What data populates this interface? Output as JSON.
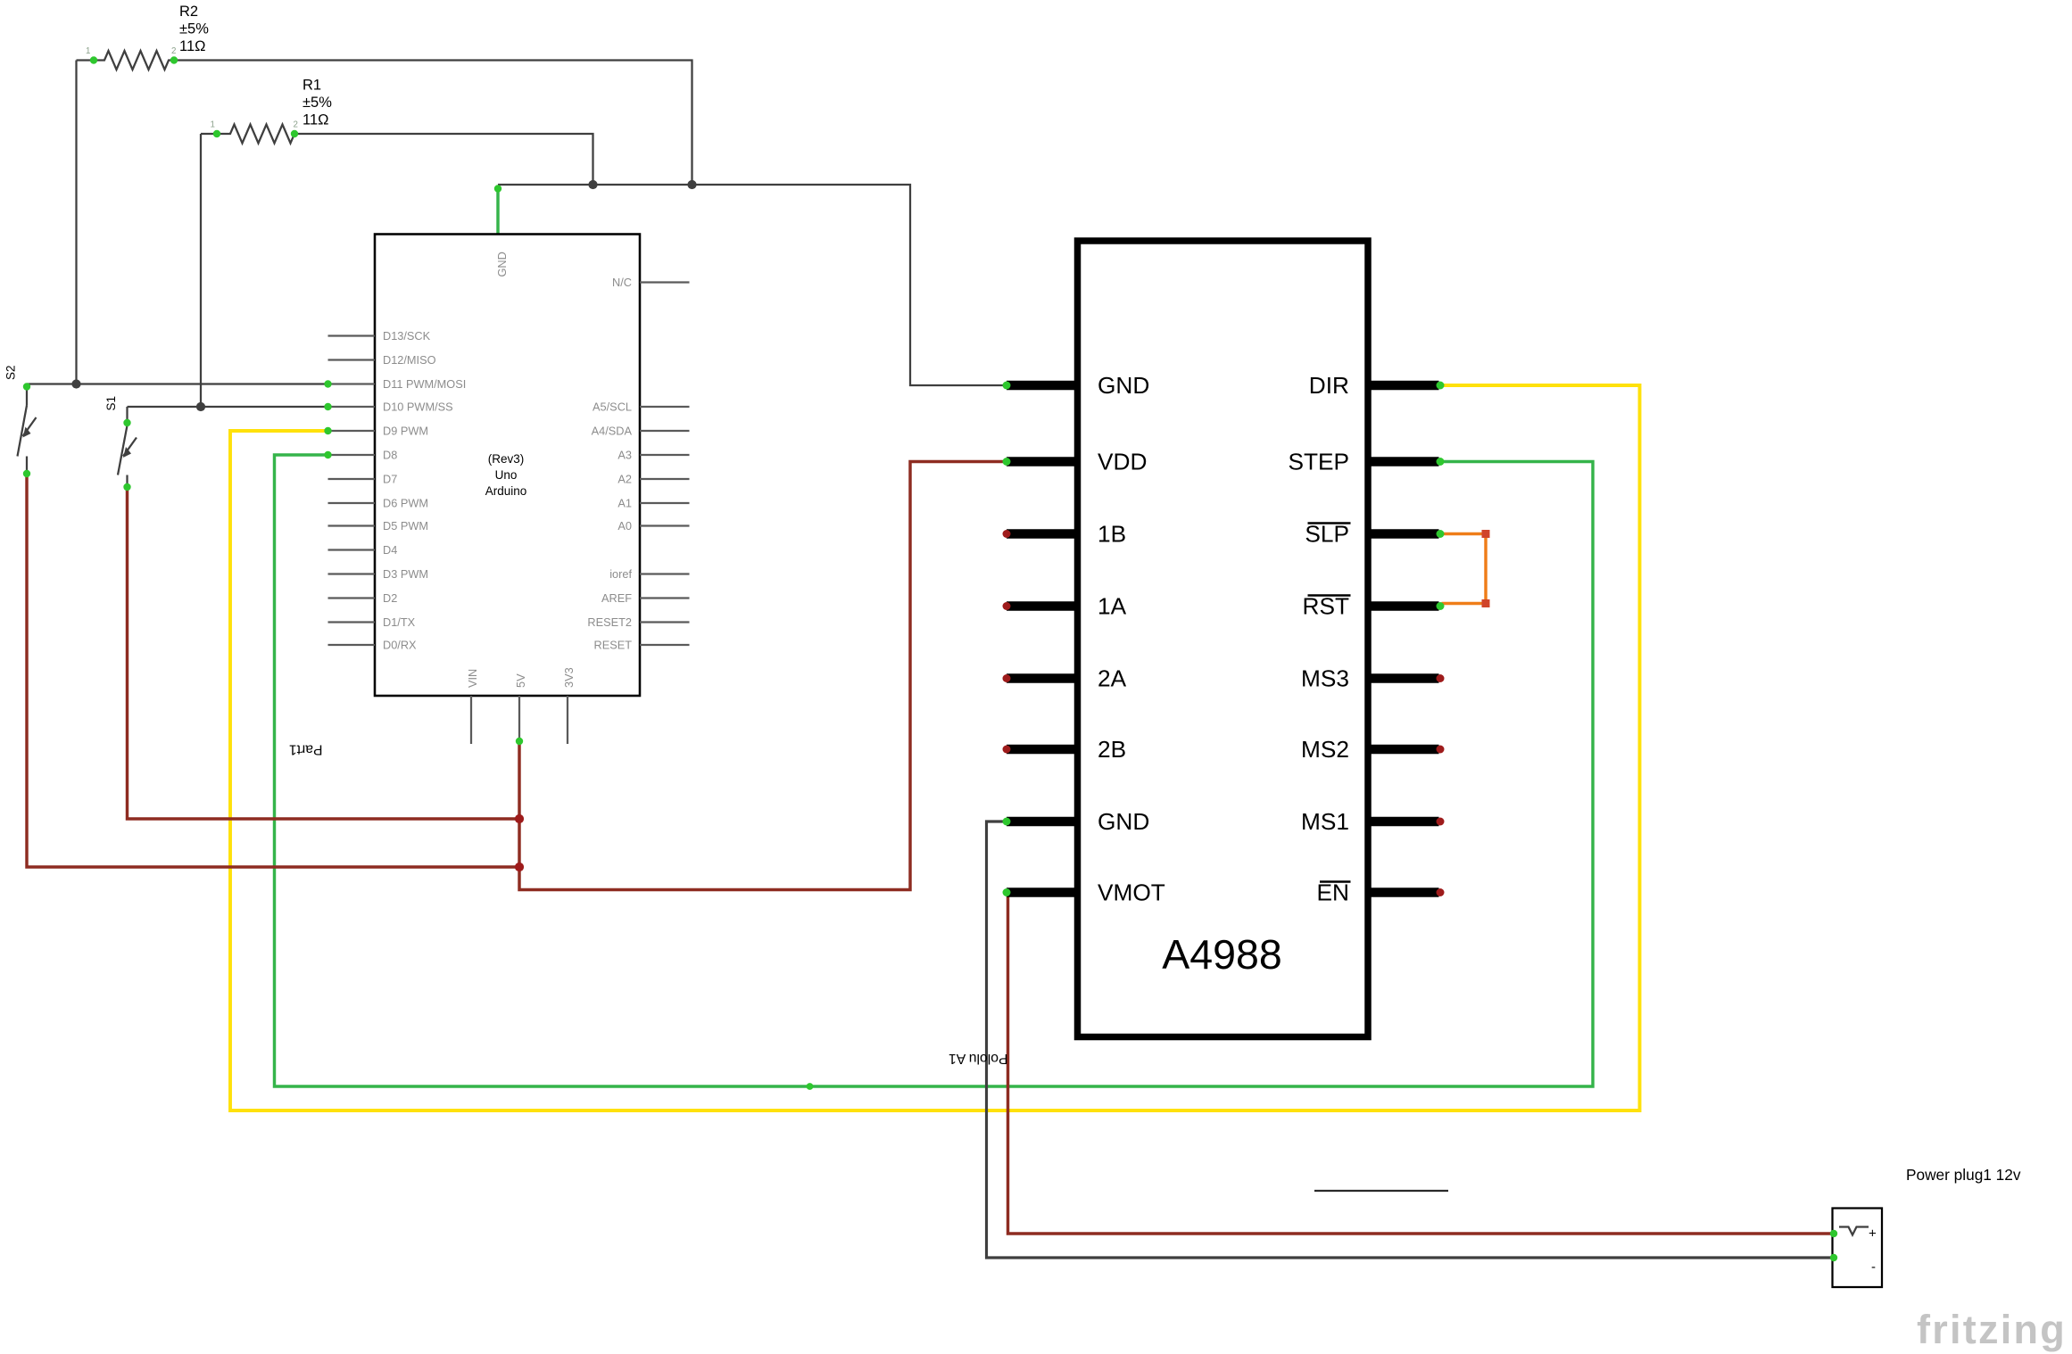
{
  "watermark": "fritzing",
  "colors": {
    "wire_green": "#35b44a",
    "wire_yellow": "#ffe10a",
    "wire_red": "#8e2c21",
    "wire_orange": "#ef7d18",
    "wire_gray": "#3f3f3f",
    "connected_dot": "#2ec72e",
    "unconnected_dot": "#9e1b1b",
    "watermark_gray": "#c4c4c4"
  },
  "resistors": [
    {
      "name": "R2",
      "tolerance": "±5%",
      "value": "11Ω",
      "pin1": "1",
      "pin2": "2"
    },
    {
      "name": "R1",
      "tolerance": "±5%",
      "value": "11Ω",
      "pin1": "1",
      "pin2": "2"
    }
  ],
  "switches": [
    {
      "label": "S2"
    },
    {
      "label": "S1"
    }
  ],
  "arduino": {
    "title_lines": [
      "(Rev3)",
      "Uno",
      "Arduino"
    ],
    "part_label": "Part1",
    "top_pin": "GND",
    "bottom_pins": [
      "VIN",
      "5V",
      "3V3"
    ],
    "left_pins": [
      "D13/SCK",
      "D12/MISO",
      "D11 PWM/MOSI",
      "D10 PWM/SS",
      "D9 PWM",
      "D8",
      "D7",
      "D6 PWM",
      "D5 PWM",
      "D4",
      "D3 PWM",
      "D2",
      "D1/TX",
      "D0/RX"
    ],
    "right_pins": [
      "N/C",
      "A5/SCL",
      "A4/SDA",
      "A3",
      "A2",
      "A1",
      "A0",
      "ioref",
      "AREF",
      "RESET2",
      "RESET"
    ]
  },
  "driver": {
    "name": "A4988",
    "part_label": "Pololu A1",
    "left_pins": [
      "GND",
      "VDD",
      "1B",
      "1A",
      "2A",
      "2B",
      "GND",
      "VMOT"
    ],
    "right_pins": [
      "DIR",
      "STEP",
      "SLP",
      "RST",
      "MS3",
      "MS2",
      "MS1",
      "EN"
    ]
  },
  "power_plug": {
    "label": "Power plug1 12v",
    "positive": "+",
    "negative": "-"
  }
}
